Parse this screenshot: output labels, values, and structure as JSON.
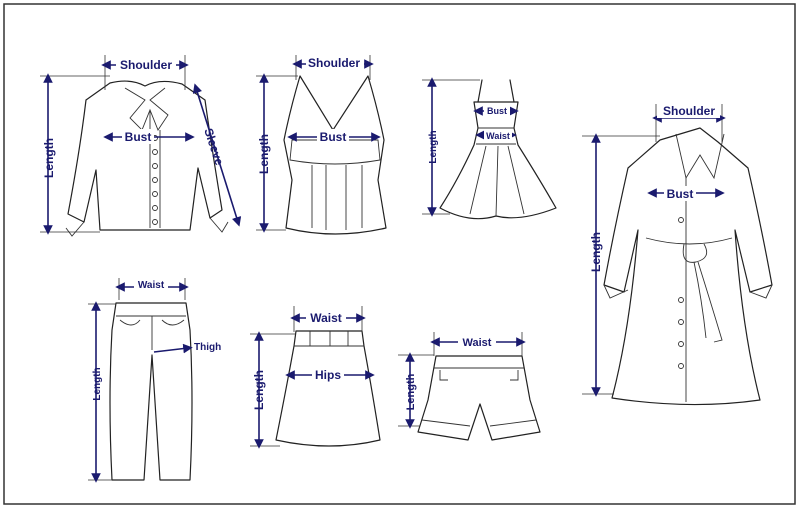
{
  "labels": {
    "shirt_shoulder": "Shoulder",
    "shirt_bust": "Bust",
    "shirt_length": "Length",
    "shirt_sleeve": "Sleeve",
    "top_shoulder": "Shoulder",
    "top_bust": "Bust",
    "top_length": "Length",
    "dress_bust": "Bust",
    "dress_waist": "Waist",
    "dress_length": "Length",
    "coat_shoulder": "Shoulder",
    "coat_bust": "Bust",
    "coat_length": "Length",
    "pants_waist": "Waist",
    "pants_thigh": "Thigh",
    "pants_length": "Length",
    "skirt_waist": "Waist",
    "skirt_hips": "Hips",
    "skirt_length": "Length",
    "shorts_waist": "Waist",
    "shorts_length": "Length"
  },
  "colors": {
    "label": "#1a1a6e",
    "line": "#222222",
    "border": "#333333",
    "background": "#ffffff"
  }
}
